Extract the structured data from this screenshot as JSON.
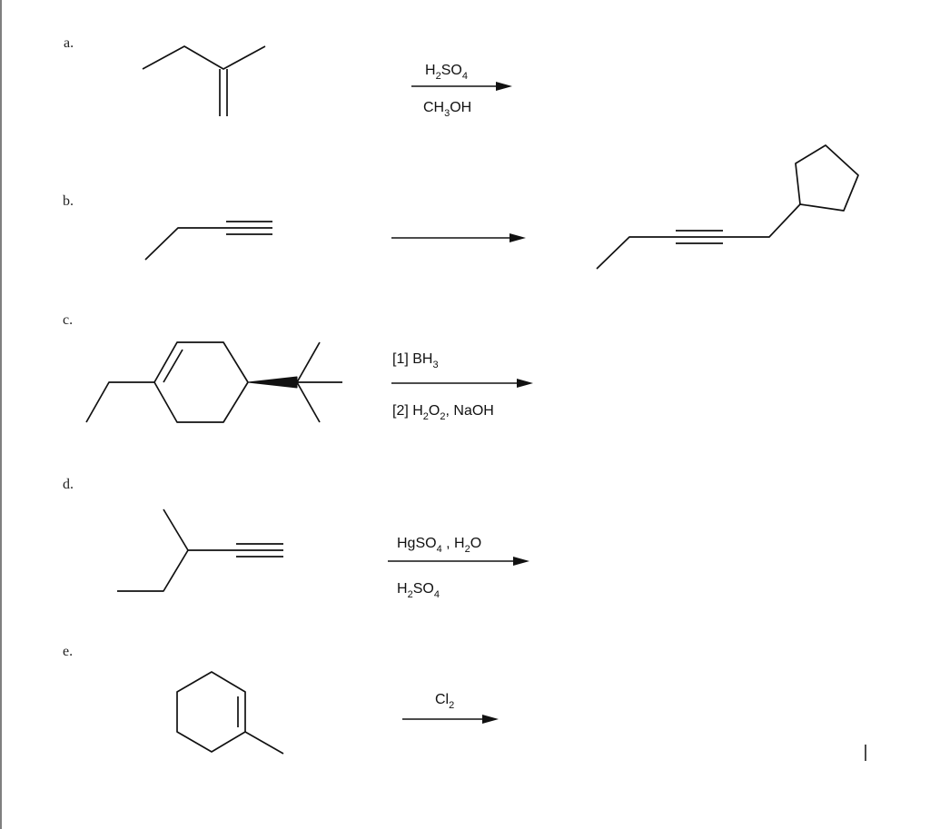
{
  "problems": [
    {
      "label": "a.",
      "reagents": {
        "above": [
          "H",
          "2",
          "SO",
          "4"
        ],
        "below": [
          "CH",
          "3",
          "OH"
        ]
      }
    },
    {
      "label": "b.",
      "reagents": {}
    },
    {
      "label": "c.",
      "reagents": {
        "above": [
          "[1] BH",
          "3"
        ],
        "below": [
          "[2] H",
          "2",
          "O",
          "2",
          ", NaOH"
        ]
      }
    },
    {
      "label": "d.",
      "reagents": {
        "above": [
          "HgSO",
          "4",
          " , H",
          "2",
          "O"
        ],
        "below": [
          "H",
          "2",
          "SO",
          "4"
        ]
      }
    },
    {
      "label": "e.",
      "reagents": {
        "above": [
          "Cl",
          "2"
        ]
      }
    }
  ]
}
